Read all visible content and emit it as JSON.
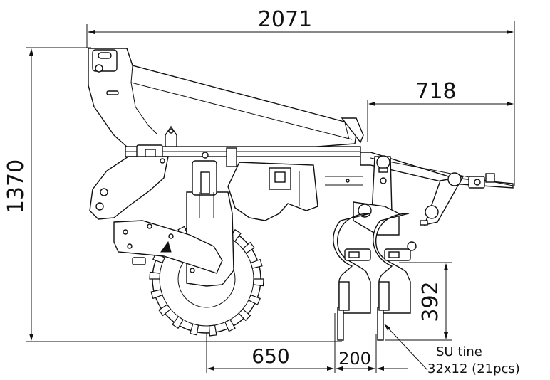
{
  "dimensions": {
    "overall_length": "2071",
    "overall_height": "1370",
    "drawbar_length": "718",
    "tine_height": "392",
    "wheel_to_tine": "650",
    "tine_spacing": "200"
  },
  "callout": {
    "line1": "SU tine",
    "line2": "32x12 (21pcs)"
  }
}
